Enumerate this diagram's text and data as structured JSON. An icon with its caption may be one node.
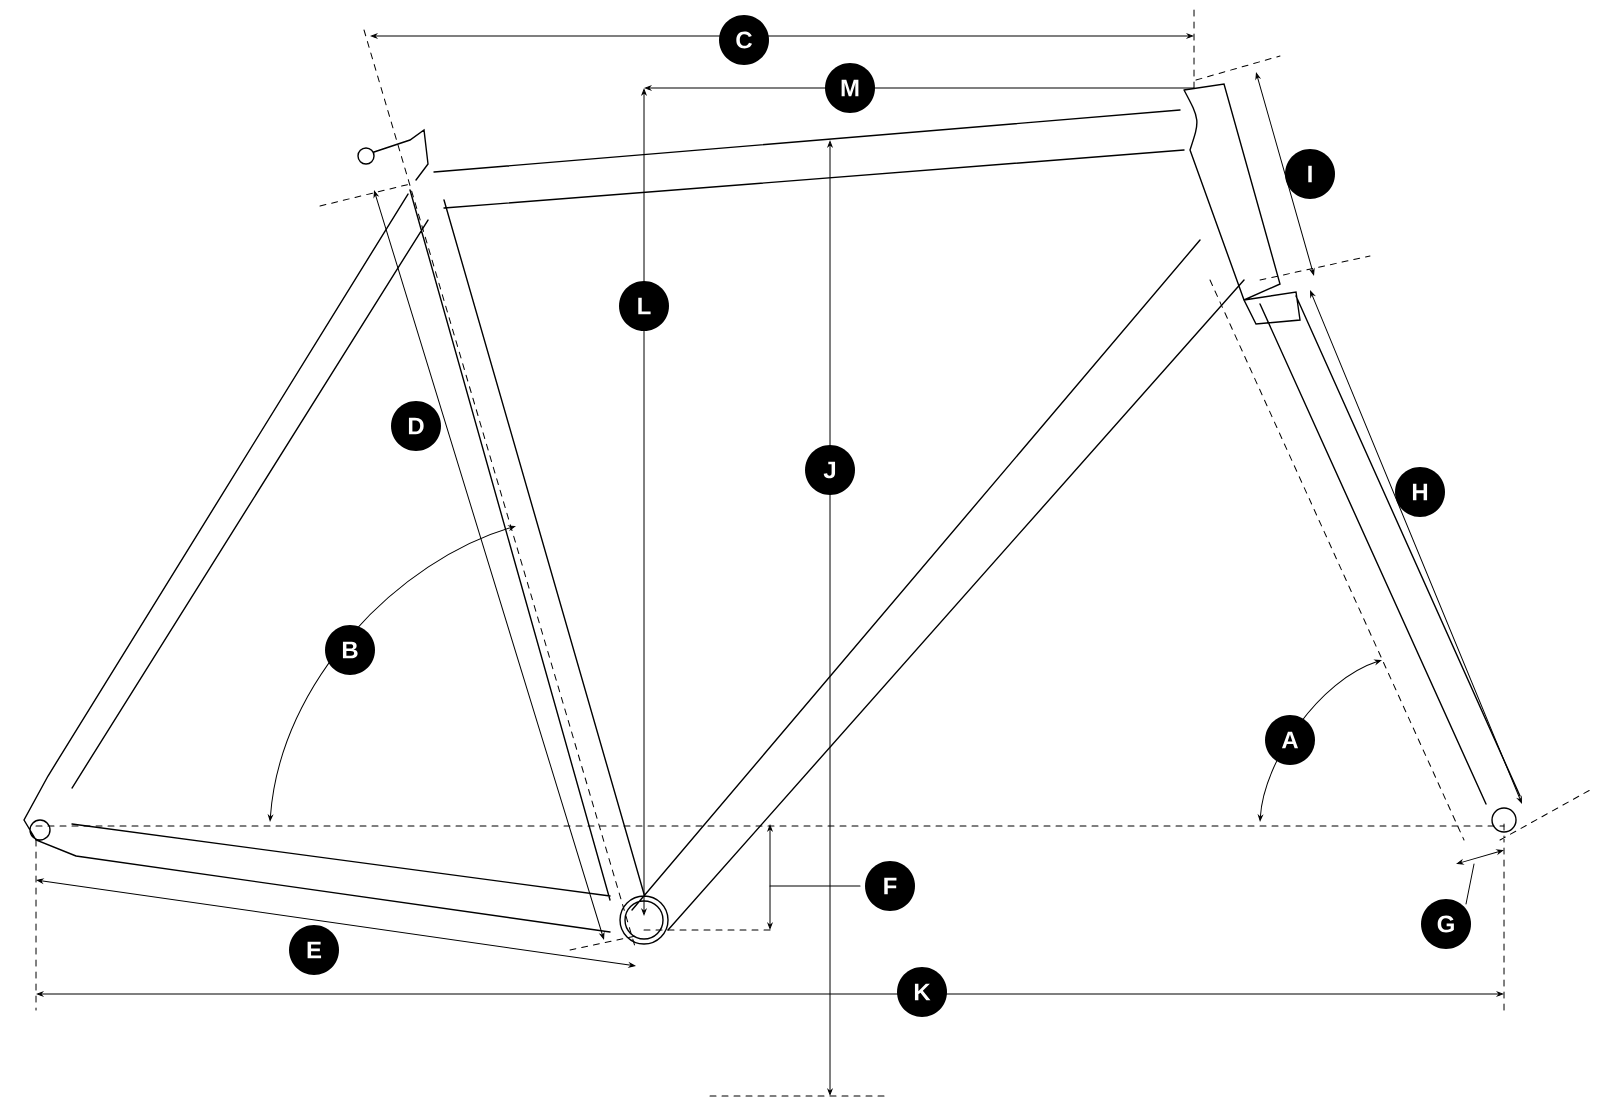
{
  "diagram": {
    "labels": [
      "C",
      "M",
      "I",
      "L",
      "D",
      "J",
      "H",
      "B",
      "A",
      "F",
      "G",
      "E",
      "K"
    ]
  }
}
